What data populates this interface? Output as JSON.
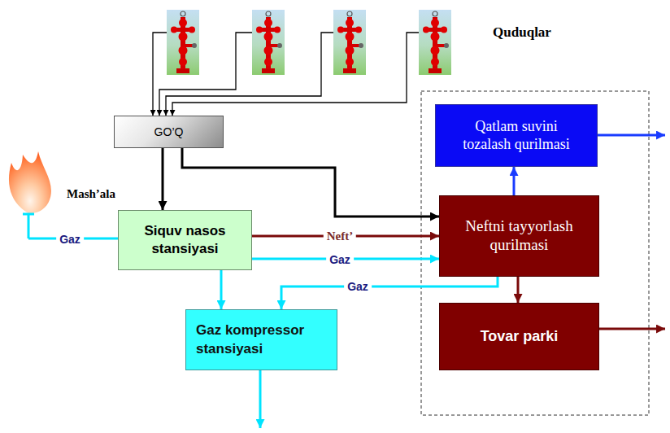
{
  "diagram": {
    "nodes": [
      {
        "text": [
          "Qatlam suvini tozalash qurilmasi"
        ]
      },
      {
        "text": [
          "GO’Q"
        ]
      },
      {
        "text": [
          "Neftni tayyorlash qurilmasi"
        ]
      },
      {
        "text": [
          "Siquv nasos stansiyasi"
        ]
      },
      {
        "text": [
          "Gaz kompressor stansiyasi"
        ]
      },
      {
        "text": [
          "Tovar parki"
        ]
      }
    ],
    "edges": [
      {
        "from": 1,
        "to": 3,
        "arrow": "to"
      },
      {
        "from": 1,
        "to": 2,
        "arrow": "to"
      },
      {
        "from": 3,
        "to": 2,
        "label": "Neft’",
        "arrow": "to"
      },
      {
        "from": 3,
        "to": 2,
        "label": "Gaz",
        "arrow": "to"
      },
      {
        "from": 3,
        "to": 4,
        "arrow": "to"
      },
      {
        "from": 2,
        "to": 4,
        "label": "Gaz",
        "arrow": "to"
      },
      {
        "from": 2,
        "to": 0,
        "arrow": "to"
      },
      {
        "from": 2,
        "to": 5,
        "arrow": "to"
      }
    ],
    "labels": [
      "Quduqlar",
      "Mash’ala",
      "Gaz"
    ]
  }
}
